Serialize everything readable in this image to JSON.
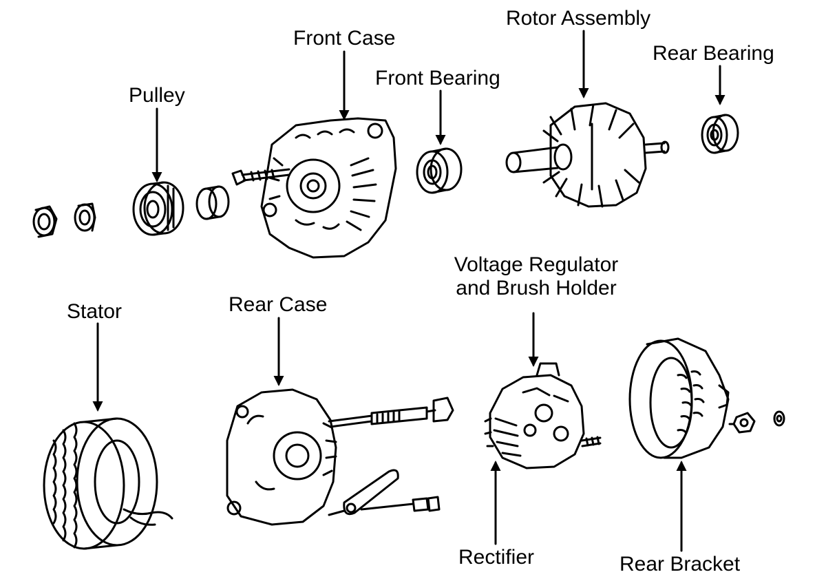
{
  "labels": {
    "pulley": "Pulley",
    "front_case": "Front Case",
    "front_bearing": "Front Bearing",
    "rotor_assembly": "Rotor Assembly",
    "rear_bearing": "Rear Bearing",
    "stator": "Stator",
    "rear_case": "Rear Case",
    "voltage_regulator_line1": "Voltage Regulator",
    "voltage_regulator_line2": "and Brush Holder",
    "rectifier": "Rectifier",
    "rear_bracket": "Rear Bracket"
  },
  "colors": {
    "ink": "#000000",
    "paper": "#ffffff"
  }
}
